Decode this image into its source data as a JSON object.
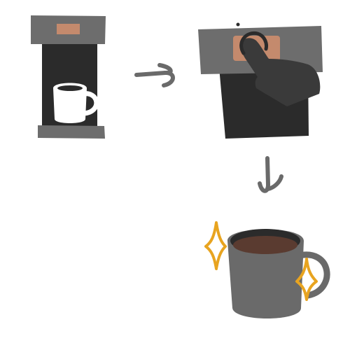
{
  "colors": {
    "background": "#ffffff",
    "machine_body": "#6d6d6d",
    "machine_dark": "#2b2b2b",
    "button": "#c48a6d",
    "cup_white": "#ffffff",
    "mug_gray": "#6a6a6a",
    "coffee": "#5a3b30",
    "sparkle": "#e8a420",
    "hand": "#3a3a3a",
    "arrow": "#6a6a6a"
  },
  "steps": [
    {
      "name": "place-cup",
      "icon": "coffee-machine-with-cup-icon"
    },
    {
      "name": "press-button",
      "icon": "hand-pressing-button-icon"
    },
    {
      "name": "enjoy-coffee",
      "icon": "sparkling-coffee-mug-icon"
    }
  ],
  "arrows": [
    {
      "name": "arrow-right",
      "direction": "right"
    },
    {
      "name": "arrow-down",
      "direction": "down"
    }
  ]
}
